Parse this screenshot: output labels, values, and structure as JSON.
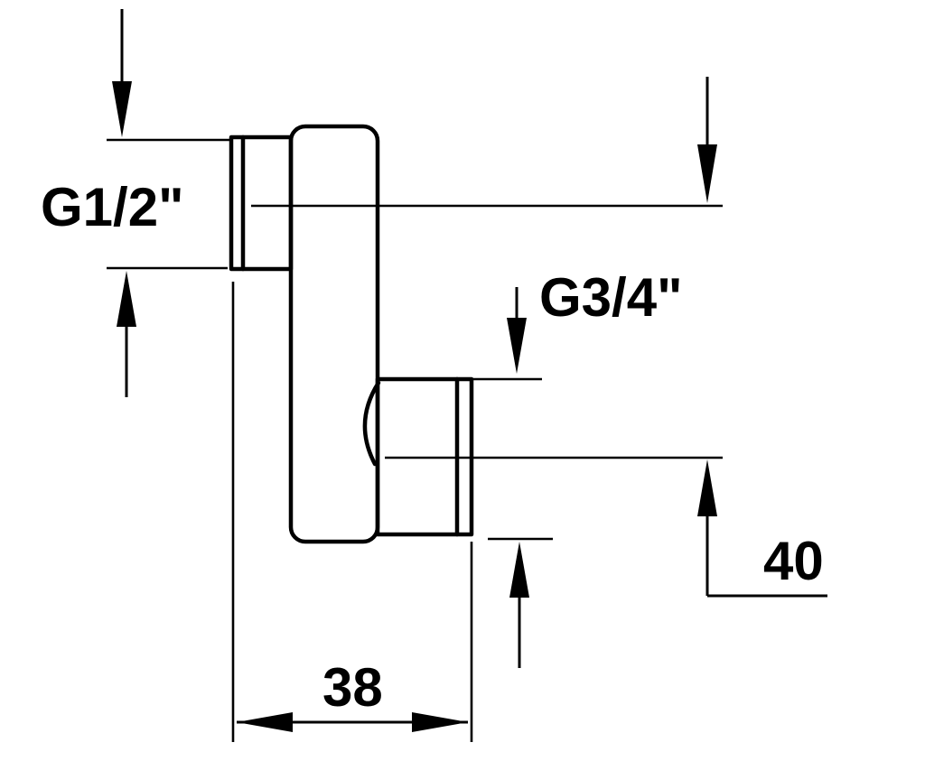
{
  "diagram": {
    "type": "technical-drawing",
    "background_color": "#ffffff",
    "line_color": "#000000",
    "labels": {
      "thread_top": "G1/2\"",
      "thread_bottom": "G3/4\"",
      "dim_vertical_offset": "40",
      "dim_horizontal_width": "38"
    }
  }
}
